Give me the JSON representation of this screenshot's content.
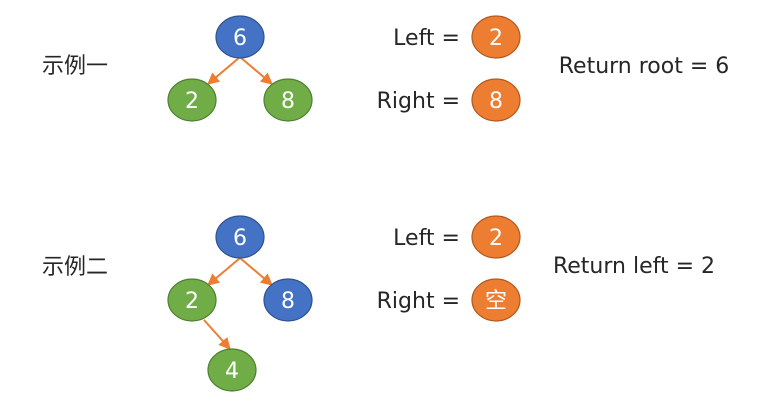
{
  "colors": {
    "blue": "#4472C4",
    "green": "#70AD47",
    "orange": "#ED7D31",
    "blue_stroke": "#2F528F",
    "green_stroke": "#507E32",
    "orange_stroke": "#AE5A21",
    "text": "#262626"
  },
  "example1": {
    "caption": "示例一",
    "nodes": {
      "root": "6",
      "left": "2",
      "right": "8"
    },
    "left_label": "Left =",
    "left_value": "2",
    "right_label": "Right =",
    "right_value": "8",
    "result": "Return root = 6"
  },
  "example2": {
    "caption": "示例二",
    "nodes": {
      "root": "6",
      "left": "2",
      "right": "8",
      "left_child": "4"
    },
    "left_label": "Left =",
    "left_value": "2",
    "right_label": "Right =",
    "right_value": "空",
    "result": "Return left = 2"
  }
}
